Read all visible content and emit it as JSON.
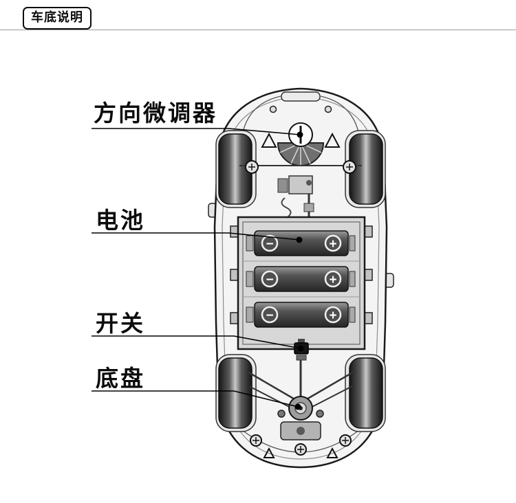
{
  "header": {
    "badge": "车底说明"
  },
  "labels": {
    "steering_trim": "方向微调器",
    "battery": "电池",
    "power_switch": "开关",
    "chassis": "底盘"
  },
  "battery_symbols": {
    "negative": "−",
    "positive": "+"
  },
  "colors": {
    "paper": "#ffffff",
    "ink": "#0c0c0c",
    "divider": "#9a9a9a"
  }
}
